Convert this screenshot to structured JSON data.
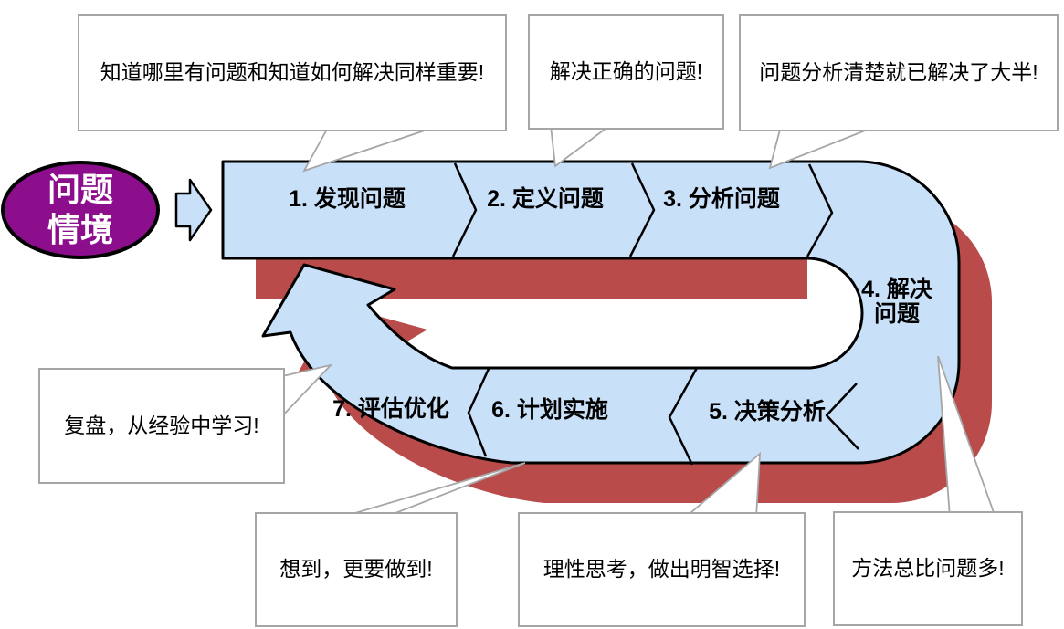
{
  "source": {
    "label": "问题情境",
    "line1": "问题",
    "line2": "情境"
  },
  "steps": [
    {
      "label": "1. 发现问题"
    },
    {
      "label": "2. 定义问题"
    },
    {
      "label": "3. 分析问题"
    },
    {
      "label": "4. 解决问题",
      "line1": "4. 解决",
      "line2": "问题"
    },
    {
      "label": "5. 决策分析"
    },
    {
      "label": "6. 计划实施"
    },
    {
      "label": "7. 评估优化"
    }
  ],
  "callouts": [
    {
      "id": "find",
      "text": "知道哪里有问题和知道如何解决同样重要!"
    },
    {
      "id": "define",
      "text": "解决正确的问题!"
    },
    {
      "id": "analyze",
      "text": "问题分析清楚就已解决了大半!"
    },
    {
      "id": "review",
      "text": "复盘，从经验中学习!"
    },
    {
      "id": "implement",
      "text": "想到，更要做到!"
    },
    {
      "id": "decide",
      "text": "理性思考，做出明智选择!"
    },
    {
      "id": "solve",
      "text": "方法总比问题多!"
    }
  ],
  "colors": {
    "band": "#C8E0F8",
    "shadow": "#B94B4B",
    "source_fill": "#8C0E8C",
    "outline": "#000000",
    "callout_border": "#A6A6A6"
  }
}
